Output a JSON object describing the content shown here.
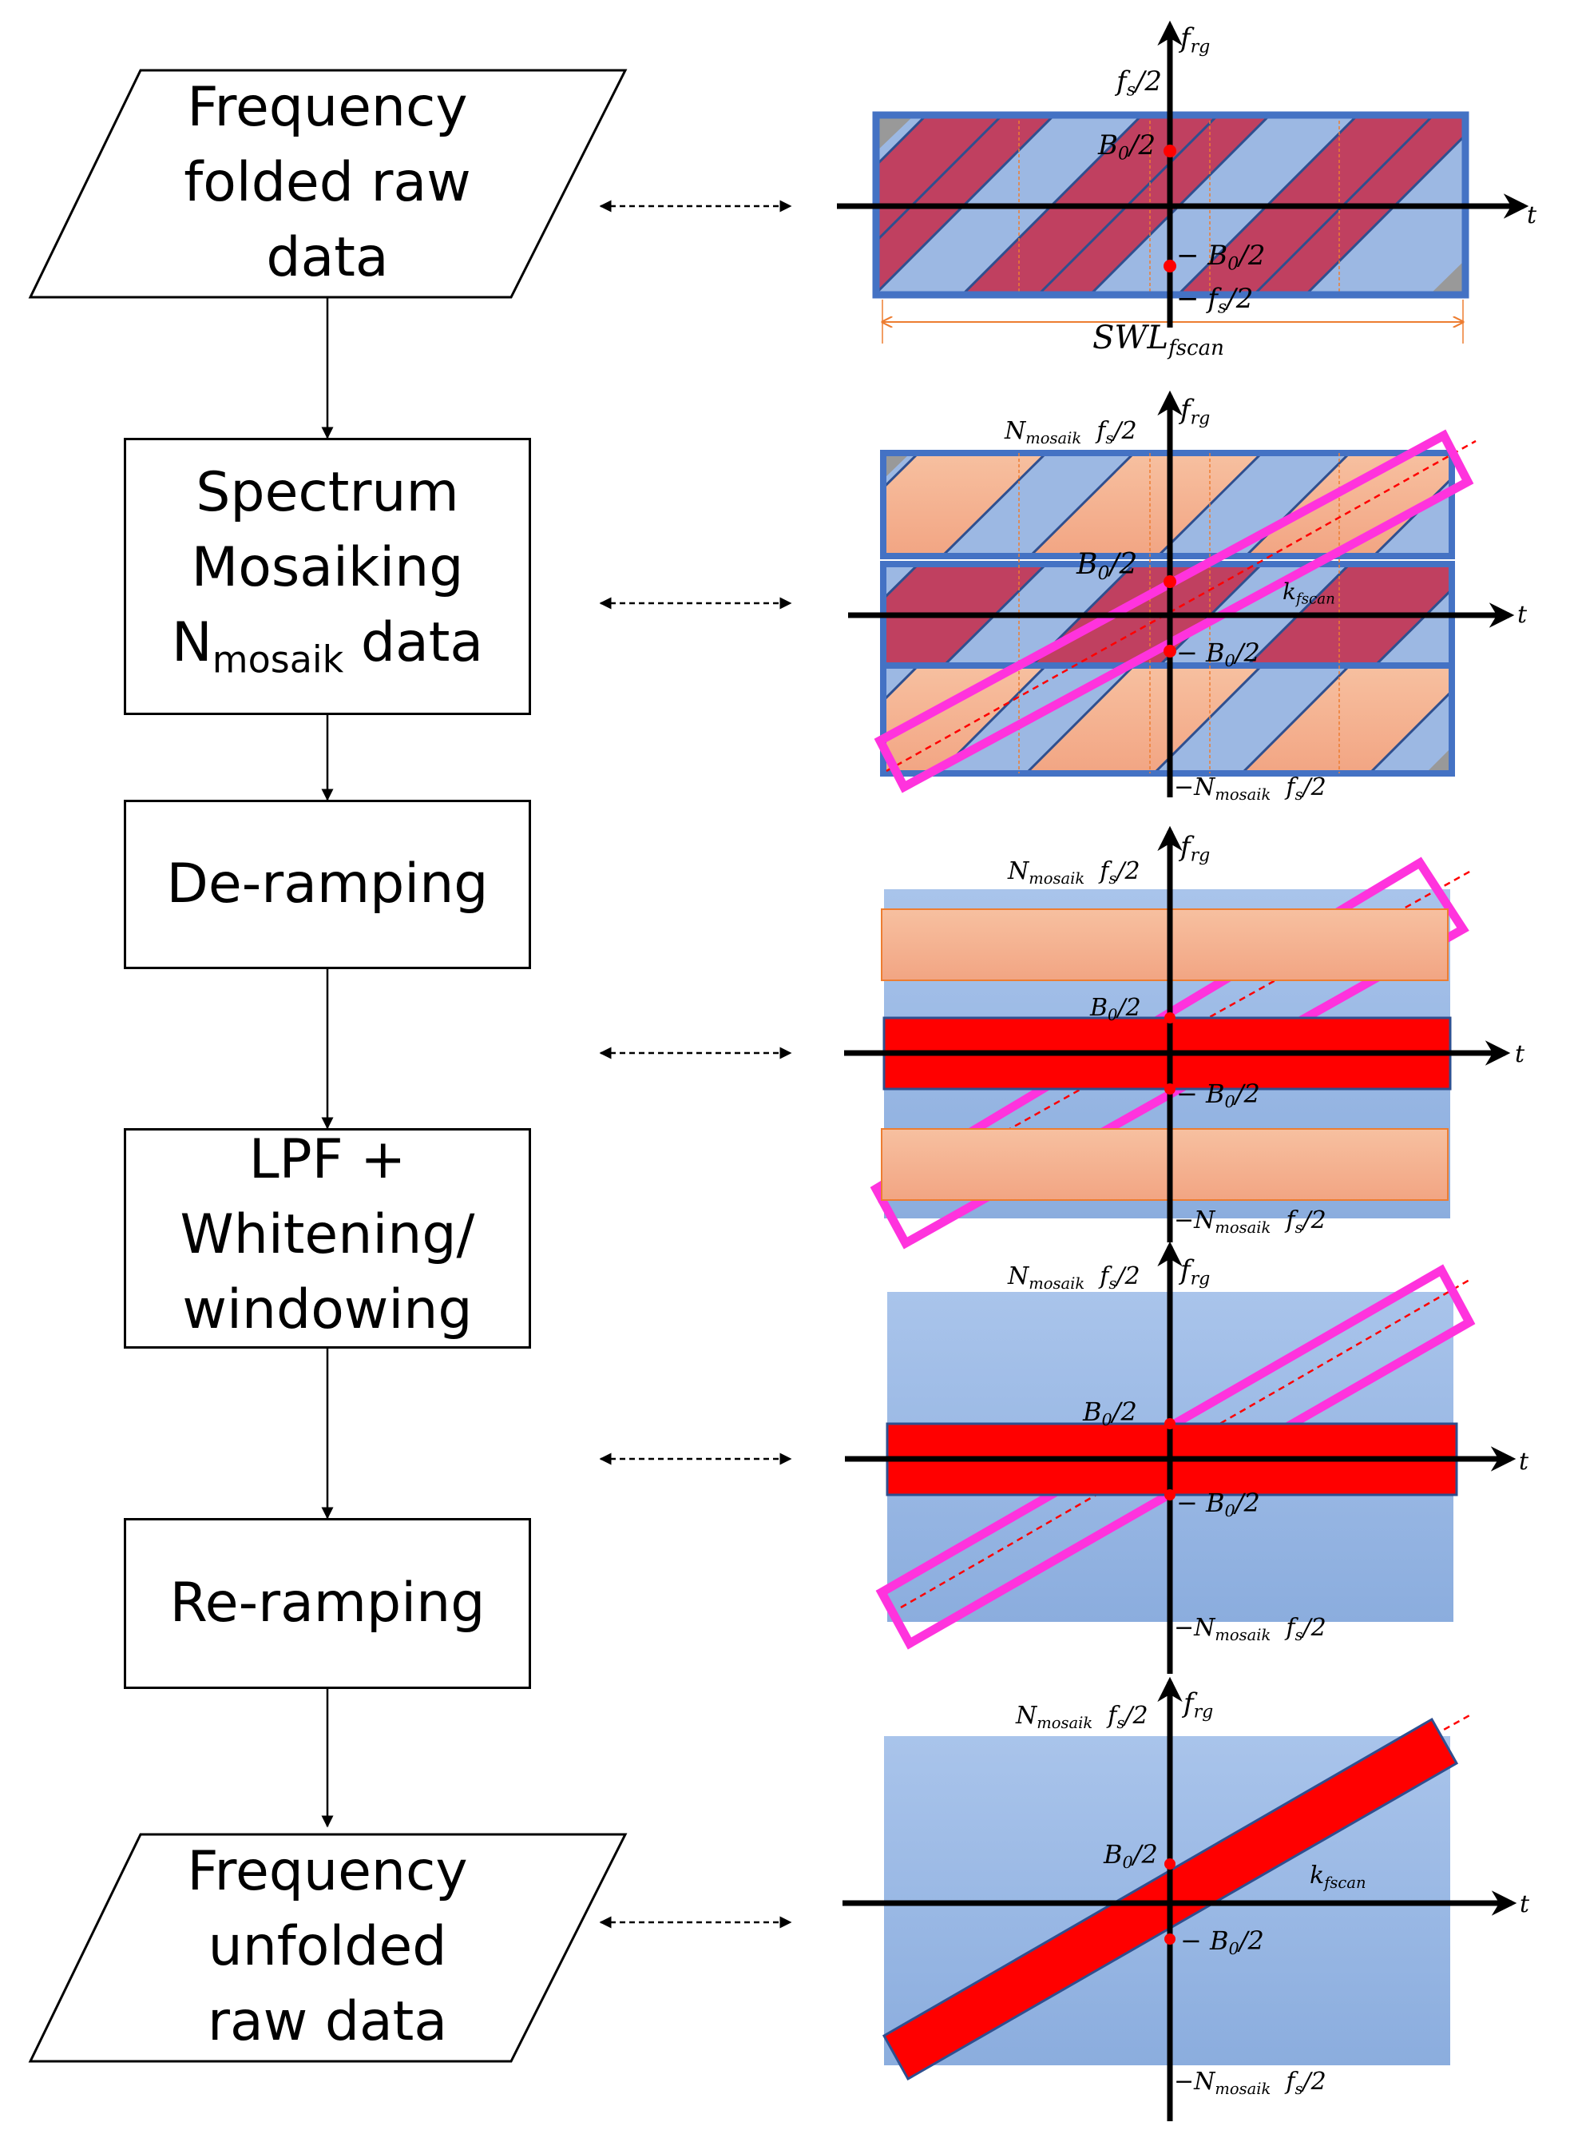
{
  "flowchart": {
    "step1": {
      "line1": "Frequency",
      "line2": "folded raw",
      "line3": "data"
    },
    "step2": {
      "line1": "Spectrum",
      "line2": "Mosaiking",
      "line3_main": "N",
      "line3_sub": "mosaik",
      "line3_end": " data"
    },
    "step3": {
      "label": "De-ramping"
    },
    "step4": {
      "line1": "LPF +",
      "line2": "Whitening/",
      "line3": "windowing"
    },
    "step5": {
      "label": "Re-ramping"
    },
    "step6": {
      "line1": "Frequency",
      "line2": "unfolded",
      "line3": "raw data"
    }
  },
  "axis_labels": {
    "frg": "f",
    "frg_sub": "rg",
    "t": "t",
    "fs_half": "f",
    "fs_sub": "s",
    "half": "/2",
    "neg_fs_half_prefix": "− ",
    "B0_half": "B",
    "B0_sub": "0",
    "neg_B0_prefix": "− ",
    "Nmosaik": "N",
    "Nmosaik_sub": "mosaik",
    "neg_N_prefix": "−",
    "swl": "SWL",
    "swl_sub": "fscan",
    "kfscan": "k",
    "kfscan_sub": "fscan"
  },
  "colors": {
    "light_blue": "#9cb8e3",
    "dark_red": "#c04060",
    "peach": "#f4b08e",
    "red": "#ff0000",
    "magenta": "#ff33dd",
    "border_blue": "#4472c4",
    "orange": "#ed7d31",
    "panel_blue_top": "#a7c2ea",
    "panel_blue_bottom": "#8aaee0",
    "gray": "#999999"
  }
}
